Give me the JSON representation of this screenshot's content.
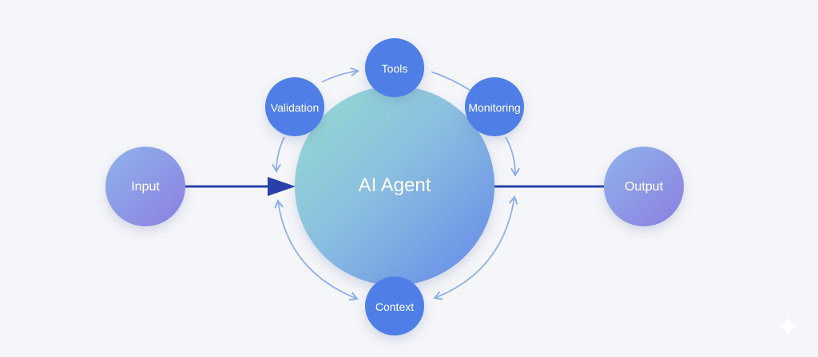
{
  "center": {
    "label": "AI Agent"
  },
  "satellites": {
    "tools": "Tools",
    "validation": "Validation",
    "monitoring": "Monitoring",
    "context": "Context"
  },
  "input": "Input",
  "output": "Output",
  "colors": {
    "satellite": "#4f7fe6",
    "main_arrow": "#2a3fa8",
    "cycle_arrow": "#8fb0ee",
    "agent_from": "#93d3cf",
    "agent_to": "#6a92e6"
  }
}
